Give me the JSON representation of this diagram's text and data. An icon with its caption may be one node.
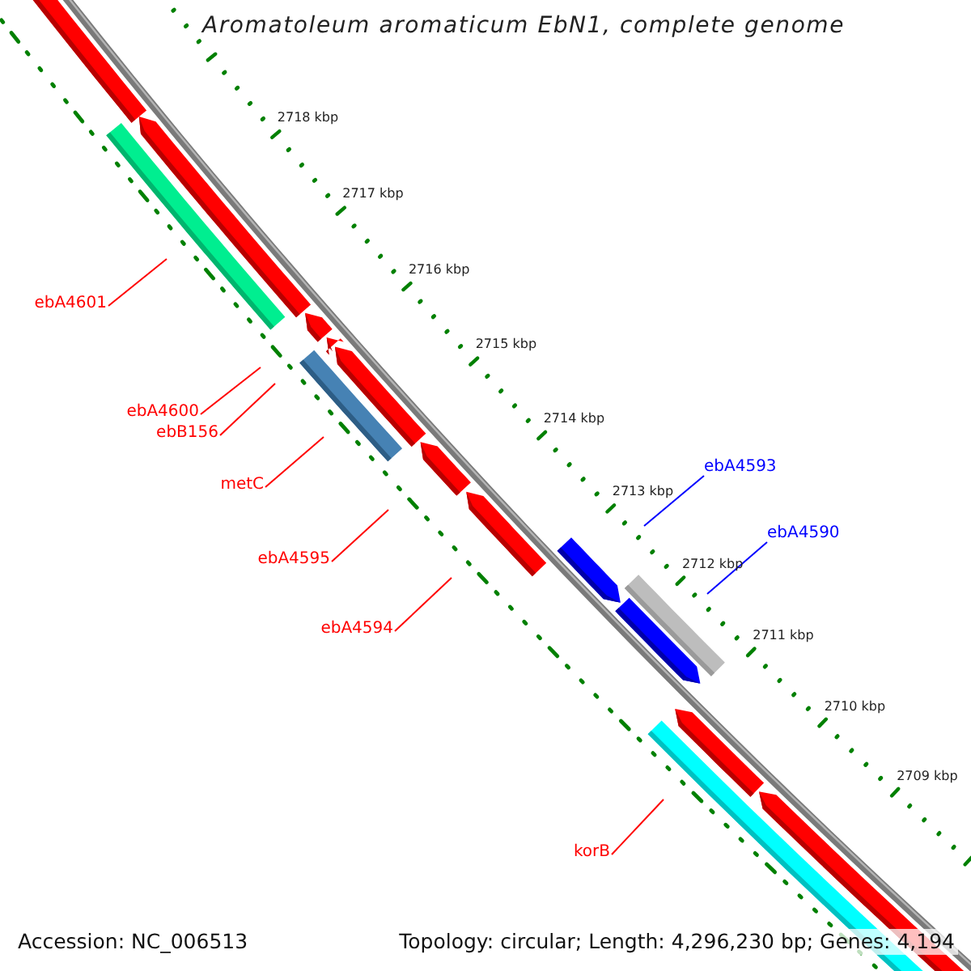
{
  "diagram": {
    "title": "Aromatoleum aromaticum EbN1, complete genome",
    "nodes": [
      {
        "text": [
          "ebA4601"
        ]
      },
      {
        "text": [
          "ebA4600"
        ]
      },
      {
        "text": [
          "ebB156"
        ]
      },
      {
        "text": [
          "ebA4593"
        ]
      },
      {
        "text": [
          "metC"
        ]
      },
      {
        "text": [
          "ebA4590"
        ]
      },
      {
        "text": [
          "ebA4595"
        ]
      },
      {
        "text": [
          "ebA4594"
        ]
      },
      {
        "text": [
          "korB"
        ]
      }
    ],
    "edges": [
      {
        "from": 0,
        "to": null,
        "arrow": "none"
      },
      {
        "from": 1,
        "to": null,
        "arrow": "none"
      },
      {
        "from": 2,
        "to": null,
        "arrow": "none"
      },
      {
        "from": 3,
        "to": null,
        "arrow": "none",
        "color": "#0000ff"
      },
      {
        "from": 4,
        "to": null,
        "arrow": "none"
      },
      {
        "from": 5,
        "to": null,
        "arrow": "none",
        "color": "#0000ff"
      },
      {
        "from": 6,
        "to": null,
        "arrow": "none"
      },
      {
        "from": 7,
        "to": null,
        "arrow": "none"
      },
      {
        "from": 8,
        "to": null,
        "arrow": "none"
      }
    ],
    "labels": [
      "2718 kbp",
      "2717 kbp",
      "2716 kbp",
      "2715 kbp",
      "2714 kbp",
      "2713 kbp",
      "2712 kbp",
      "2711 kbp",
      "2710 kbp",
      "2709 kbp",
      "Accession: NC_006513",
      "Topology: circular; Length: 4,296,230 bp; Genes: 4,194"
    ]
  }
}
